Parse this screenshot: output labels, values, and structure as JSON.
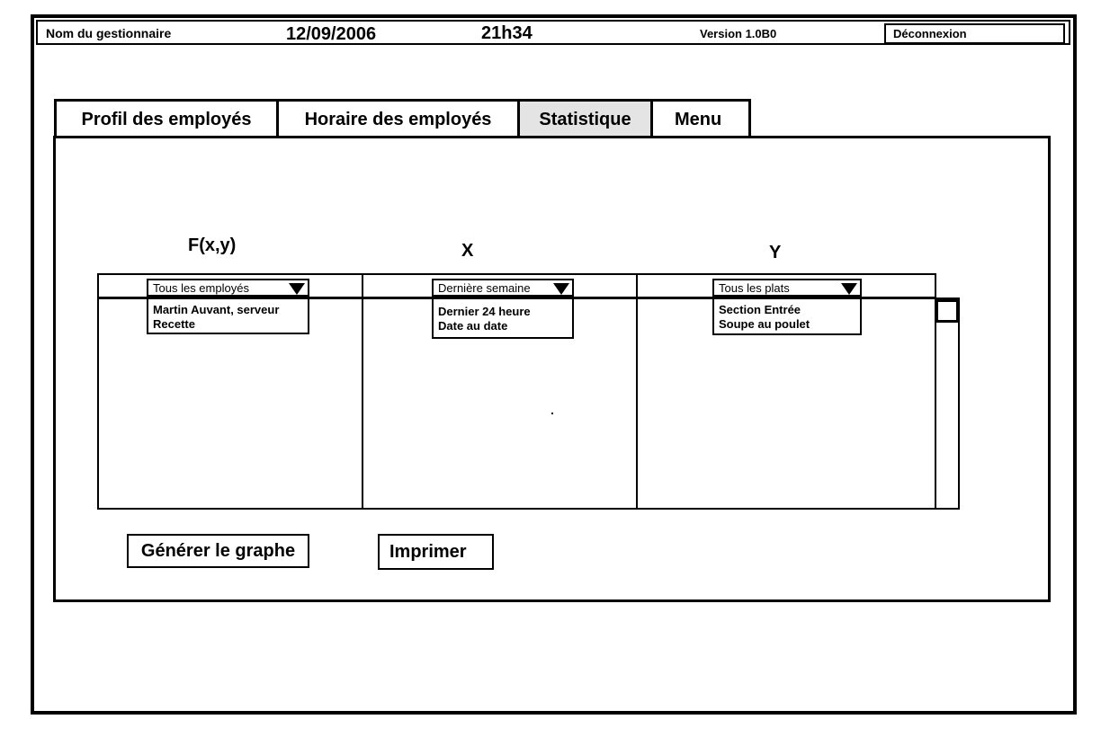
{
  "header": {
    "manager_label": "Nom du gestionnaire",
    "date": "12/09/2006",
    "time": "21h34",
    "version": "Version 1.0B0",
    "logout_label": "Déconnexion"
  },
  "tabs": [
    {
      "label": "Profil des employés",
      "active": false
    },
    {
      "label": "Horaire des employés",
      "active": false
    },
    {
      "label": "Statistique",
      "active": true
    },
    {
      "label": "Menu",
      "active": false
    }
  ],
  "columns": {
    "f": {
      "title": "F(x,y)",
      "selected": "Tous les employés",
      "options": [
        "Martin Auvant, serveur",
        "Recette"
      ]
    },
    "x": {
      "title": "X",
      "selected": "Dernière semaine",
      "options": [
        "Dernier 24 heure",
        "Date au date"
      ]
    },
    "y": {
      "title": "Y",
      "selected": "Tous les plats",
      "options": [
        "Section Entrée",
        "Soupe au poulet"
      ]
    }
  },
  "buttons": {
    "generate_label": "Générer le graphe",
    "print_label": "Imprimer"
  }
}
